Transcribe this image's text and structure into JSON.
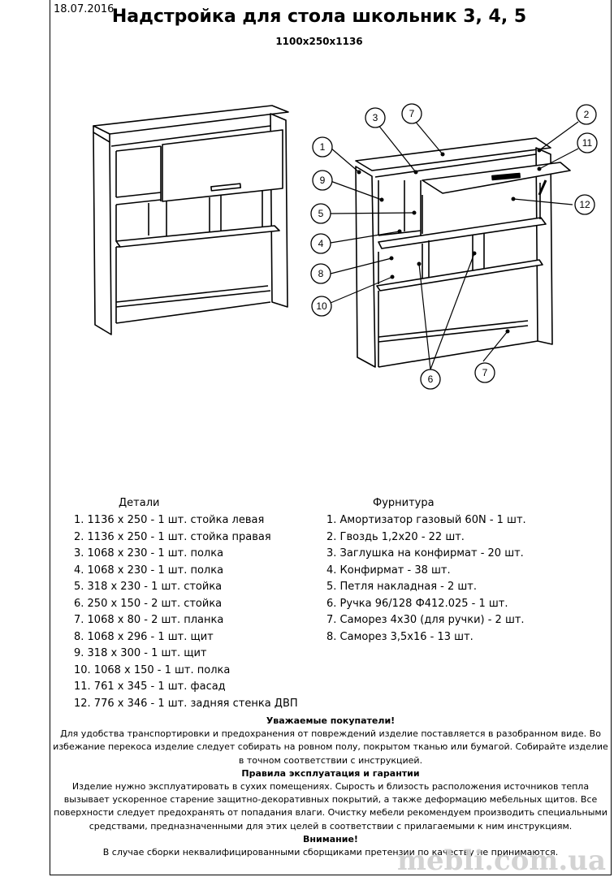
{
  "header": {
    "date": "18.07.2016",
    "title": "Надстройка для стола школьник 3, 4, 5",
    "dimensions": "1100x250x1136"
  },
  "callouts": [
    "1",
    "2",
    "3",
    "4",
    "5",
    "6",
    "7",
    "8",
    "9",
    "10",
    "11",
    "12",
    "7"
  ],
  "parts": {
    "title": "Детали",
    "items": [
      "1. 1136 х 250 - 1 шт. стойка левая",
      "2. 1136 х 250 - 1 шт. стойка правая",
      "3. 1068 х 230 - 1 шт. полка",
      "4. 1068 х 230 - 1 шт. полка",
      "5. 318 х 230 - 1 шт. стойка",
      "6. 250 х 150 - 2 шт. стойка",
      "7. 1068 х 80 - 2 шт. планка",
      "8. 1068 х 296 - 1 шт. щит",
      "9. 318 х 300 - 1 шт. щит",
      "10. 1068 х 150 - 1 шт. полка",
      "11. 761 х 345 - 1 шт. фасад",
      "12. 776 х 346 - 1 шт. задняя стенка ДВП"
    ]
  },
  "hardware": {
    "title": "Фурнитура",
    "items": [
      "1. Амортизатор газовый 60N - 1 шт.",
      "2. Гвоздь 1,2х20 - 22 шт.",
      "3. Заглушка на конфирмат - 20 шт.",
      "4. Конфирмат - 38 шт.",
      "5. Петля накладная - 2 шт.",
      "6. Ручка 96/128 Ф412.025 - 1 шт.",
      "7. Саморез 4х30 (для ручки) - 2 шт.",
      "8. Саморез 3,5х16 - 13 шт."
    ]
  },
  "notice": {
    "h1": "Уважаемые покупатели!",
    "p1": "Для удобства транспортировки и предохранения от повреждений изделие поставляется в разобранном виде. Во избежание перекоса изделие следует собирать на ровном полу, покрытом тканью или бумагой. Собирайте изделие в точном соответствии с инструкцией.",
    "h2": "Правила эксплуатация и гарантии",
    "p2": "Изделие нужно эксплуатировать в сухих помещениях. Сырость и близость расположения источников тепла вызывает ускоренное старение защитно-декоративных покрытий, а также деформацию мебельных щитов. Все поверхности следует предохранять от попадания влаги. Очистку мебели рекомендуем производить специальными средствами, предназначенными для этих целей в соответствии с прилагаемыми к ним инструкциям.",
    "h3": "Внимание!",
    "p3": "В случае сборки неквалифицированными сборщиками претензии по качеству не принимаются."
  },
  "watermark": "mebli.com.ua"
}
